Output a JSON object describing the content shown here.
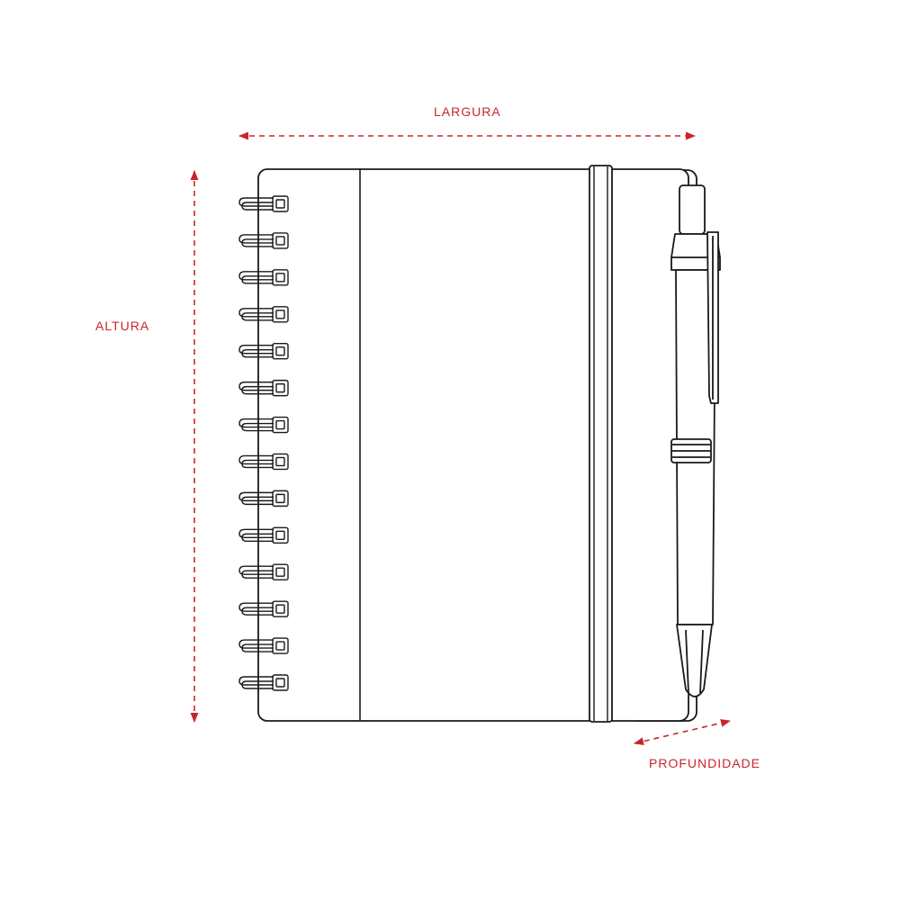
{
  "dimensions": {
    "width_label": "LARGURA",
    "height_label": "ALTURA",
    "depth_label": "PROFUNDIDADE"
  },
  "colors": {
    "dimension": "#c8262b",
    "outline": "#1a1a1a",
    "background": "#ffffff"
  },
  "notebook": {
    "spiral_ring_count": 14
  }
}
